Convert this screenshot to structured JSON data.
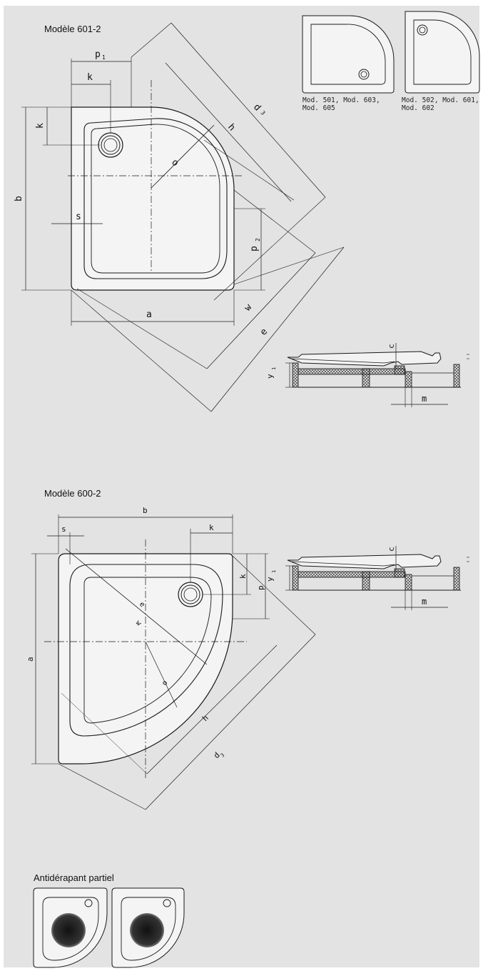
{
  "sections": {
    "model_601": {
      "title": "Modèle 601-2"
    },
    "model_600": {
      "title": "Modèle 600-2"
    },
    "antislip": {
      "title": "Antidérapant partiel"
    }
  },
  "thumbnails": [
    {
      "caption_line1": "Mod. 501, Mod. 603,",
      "caption_line2": "Mod. 605"
    },
    {
      "caption_line1": "Mod. 502, Mod. 601,",
      "caption_line2": "Mod. 602"
    }
  ],
  "dimensions_601": {
    "p1": "p",
    "p1_sub": "1",
    "k_top": "k",
    "k_left": "k",
    "b": "b",
    "s": "s",
    "a": "a",
    "o": "o",
    "h": "h",
    "d3": "d",
    "d3_sub": "3",
    "p2": "p",
    "p2_sub": "2",
    "w": "w",
    "e": "e"
  },
  "dimensions_600": {
    "b": "b",
    "s": "s",
    "k_top": "k",
    "k_right": "k",
    "p": "p",
    "a": "a",
    "e": "e",
    "w": "w",
    "o": "o",
    "h": "h",
    "d3": "d",
    "d3_sub": "3"
  },
  "section_labels": {
    "c": "c",
    "y": "y",
    "y_sub": "1",
    "m": "m"
  },
  "colors": {
    "background": "#e3e3e3",
    "line": "#1a1a1a",
    "tray_fill": "#f4f4f4"
  }
}
